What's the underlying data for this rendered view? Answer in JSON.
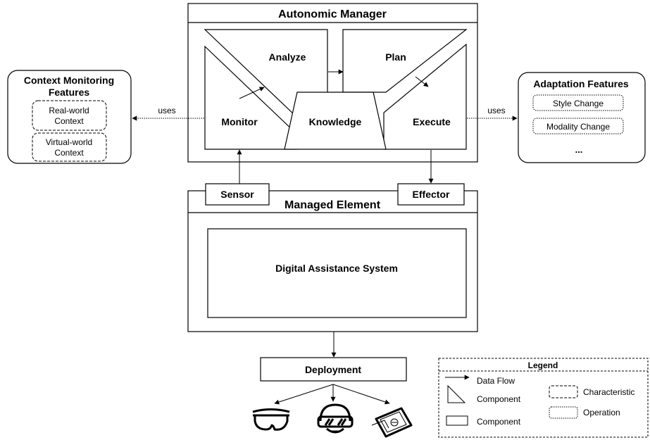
{
  "autonomic_manager": {
    "title": "Autonomic Manager",
    "analyze": "Analyze",
    "plan": "Plan",
    "monitor": "Monitor",
    "knowledge": "Knowledge",
    "execute": "Execute"
  },
  "context_monitoring": {
    "title_line1": "Context Monitoring",
    "title_line2": "Features",
    "items": [
      {
        "line1": "Real-world",
        "line2": "Context"
      },
      {
        "line1": "Virtual-world",
        "line2": "Context"
      }
    ]
  },
  "adaptation": {
    "title": "Adaptation Features",
    "items": [
      "Style Change",
      "Modality Change"
    ],
    "ellipsis": "..."
  },
  "uses_left": "uses",
  "uses_right": "uses",
  "sensor": "Sensor",
  "effector": "Effector",
  "managed_element": {
    "title": "Managed Element",
    "system": "Digital Assistance System"
  },
  "deployment": "Deployment",
  "devices": [
    "ar-glasses-icon",
    "vr-headset-icon",
    "tablet-icon"
  ],
  "legend": {
    "title": "Legend",
    "data_flow": "Data Flow",
    "component_triangle": "Component",
    "component_rect": "Component",
    "characteristic": "Characteristic",
    "operation": "Operation"
  }
}
